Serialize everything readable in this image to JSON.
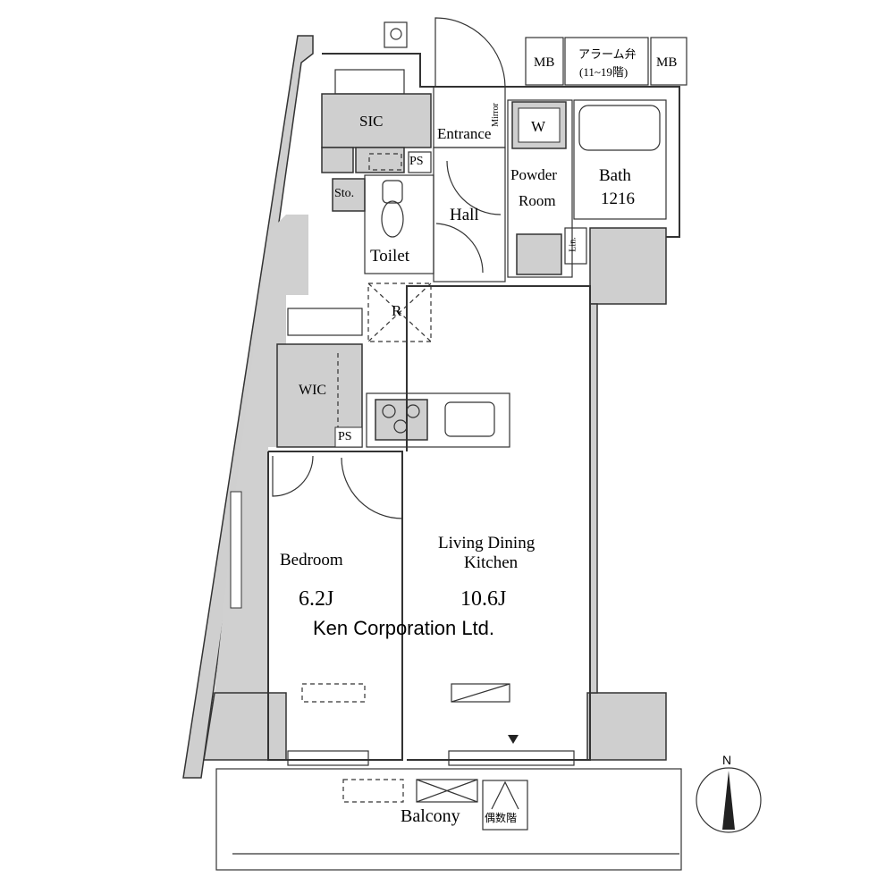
{
  "rooms": {
    "sic": "SIC",
    "ps_top": "PS",
    "storage": "Sto.",
    "toilet": "Toilet",
    "entrance": "Entrance",
    "mirror": "Mirror",
    "washer": "W",
    "hall": "Hall",
    "powder_room_1": "Powder",
    "powder_room_2": "Room",
    "bath": "Bath",
    "bath_size": "1216",
    "linen": "Lin.",
    "mb_left": "MB",
    "mb_right": "MB",
    "alarm_valve_1": "アラーム弁",
    "alarm_valve_2": "(11~19階)",
    "refrigerator": "R",
    "wic": "WIC",
    "ps_wic": "PS",
    "bedroom": "Bedroom",
    "bedroom_size": "6.2J",
    "ldk_1": "Living Dining",
    "ldk_2": "Kitchen",
    "ldk_size": "10.6J",
    "balcony": "Balcony",
    "even_floor": "偶数階"
  },
  "compass": {
    "north": "N"
  },
  "watermark": "Ken Corporation Ltd."
}
